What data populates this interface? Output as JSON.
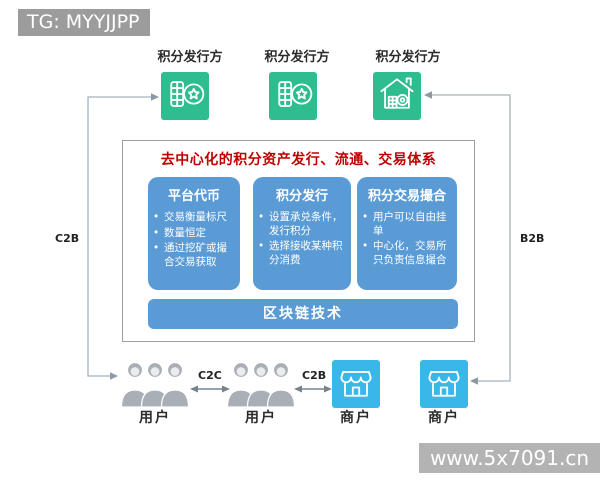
{
  "badges": {
    "tg": "TG: MYYJJPP",
    "site": "www.5x7091.cn"
  },
  "issuers": {
    "labels": [
      "积分发行方",
      "积分发行方",
      "积分发行方"
    ]
  },
  "system_box": {
    "title": "去中心化的积分资产发行、流通、交易体系",
    "cards": [
      {
        "title": "平台代币",
        "bullets": [
          "交易衡量标尺",
          "数量恒定",
          "通过挖矿或撮合交易获取"
        ]
      },
      {
        "title": "积分发行",
        "bullets": [
          "设置承兑条件，发行积分",
          "选择接收某种积分消费"
        ]
      },
      {
        "title": "积分交易撮合",
        "bullets": [
          "用户可以自由挂单",
          "中心化，交易所只负责信息撮合"
        ]
      }
    ],
    "foundation": "区块链技术"
  },
  "actors": {
    "users": [
      "用户",
      "用户"
    ],
    "merchants": [
      "商户",
      "商户"
    ]
  },
  "connections": {
    "left": "C2B",
    "right": "B2B",
    "mid_left": "C2C",
    "mid_right": "C2B"
  },
  "colors": {
    "issuer_green": "#2ebd8e",
    "card_blue": "#5b9bd5",
    "merchant_blue": "#38b8e8",
    "title_red": "#c00000",
    "badge_gray": "#9c9c9c"
  }
}
